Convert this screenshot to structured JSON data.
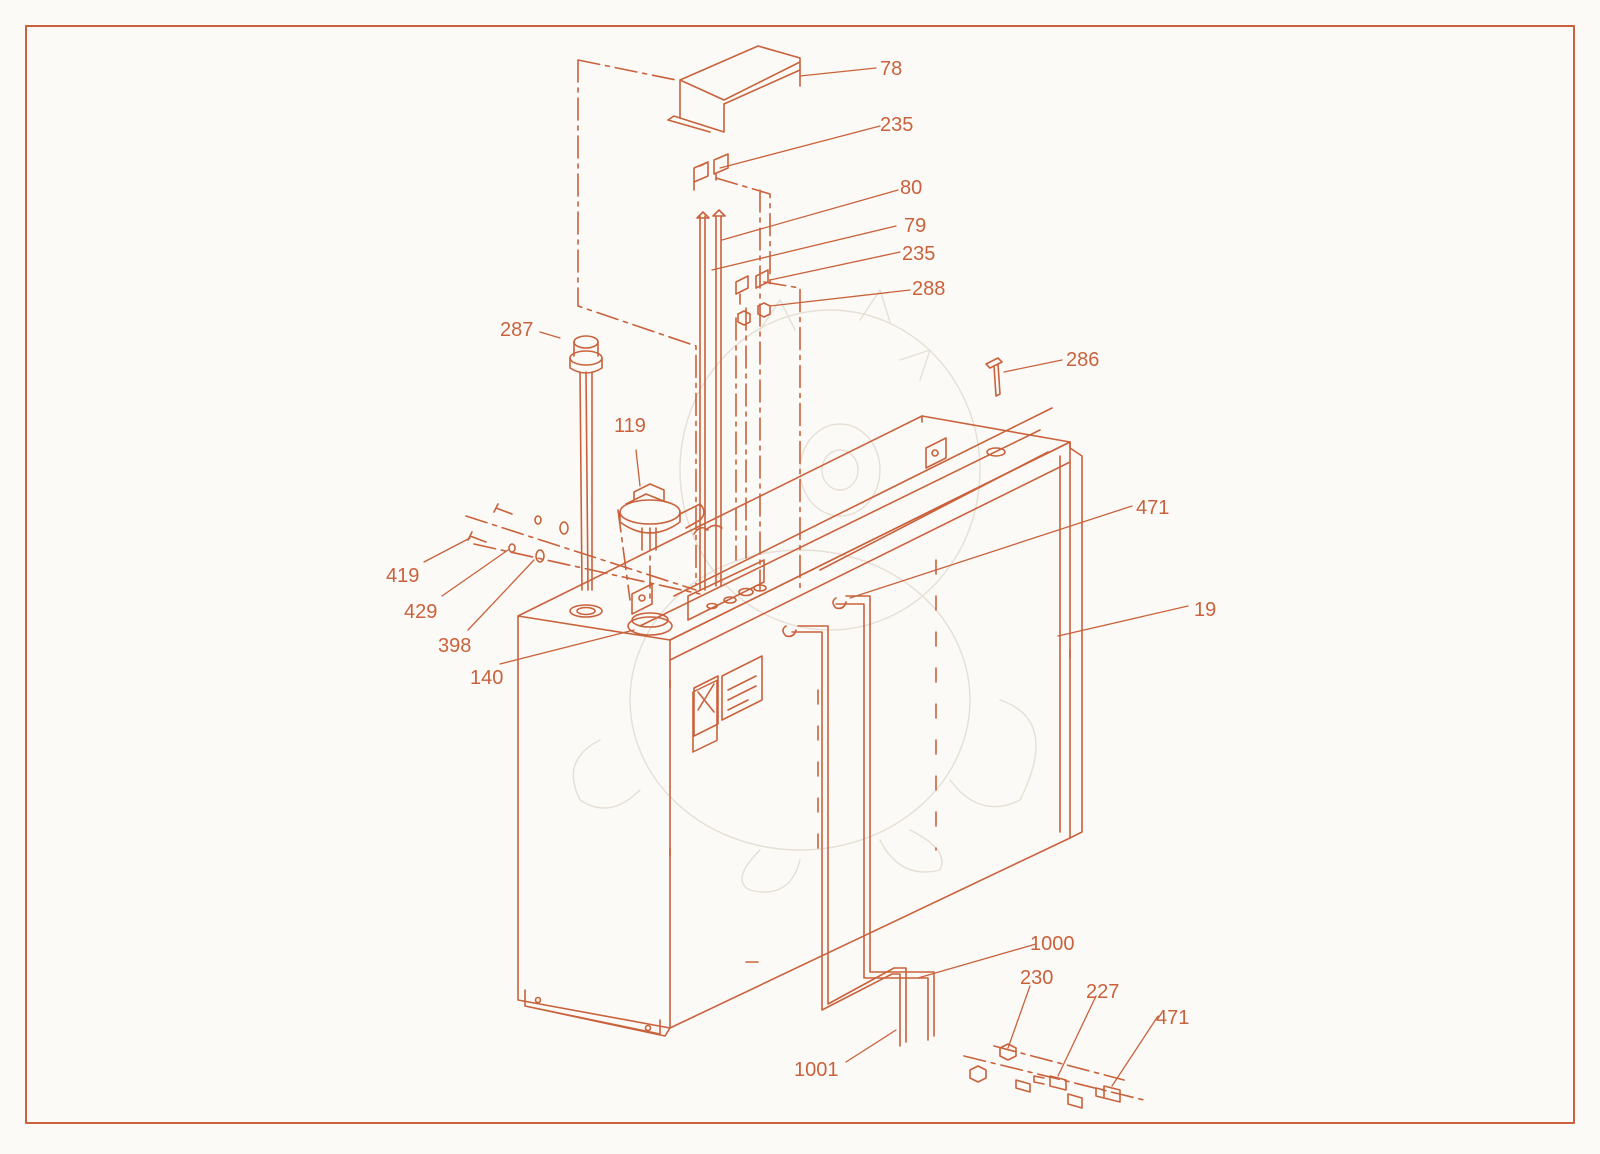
{
  "diagram": {
    "line_color": "#c9623c",
    "background": "#fbfaf6",
    "part_labels": [
      {
        "id": "p78",
        "text": "78"
      },
      {
        "id": "p235a",
        "text": "235"
      },
      {
        "id": "p80",
        "text": "80"
      },
      {
        "id": "p79",
        "text": "79"
      },
      {
        "id": "p235b",
        "text": "235"
      },
      {
        "id": "p288",
        "text": "288"
      },
      {
        "id": "p287",
        "text": "287"
      },
      {
        "id": "p286",
        "text": "286"
      },
      {
        "id": "p119",
        "text": "119"
      },
      {
        "id": "p471a",
        "text": "471"
      },
      {
        "id": "p19",
        "text": "19"
      },
      {
        "id": "p419",
        "text": "419"
      },
      {
        "id": "p429",
        "text": "429"
      },
      {
        "id": "p398",
        "text": "398"
      },
      {
        "id": "p140",
        "text": "140"
      },
      {
        "id": "p1000",
        "text": "1000"
      },
      {
        "id": "p230",
        "text": "230"
      },
      {
        "id": "p227",
        "text": "227"
      },
      {
        "id": "p471b",
        "text": "471"
      },
      {
        "id": "p1001",
        "text": "1001"
      }
    ]
  }
}
